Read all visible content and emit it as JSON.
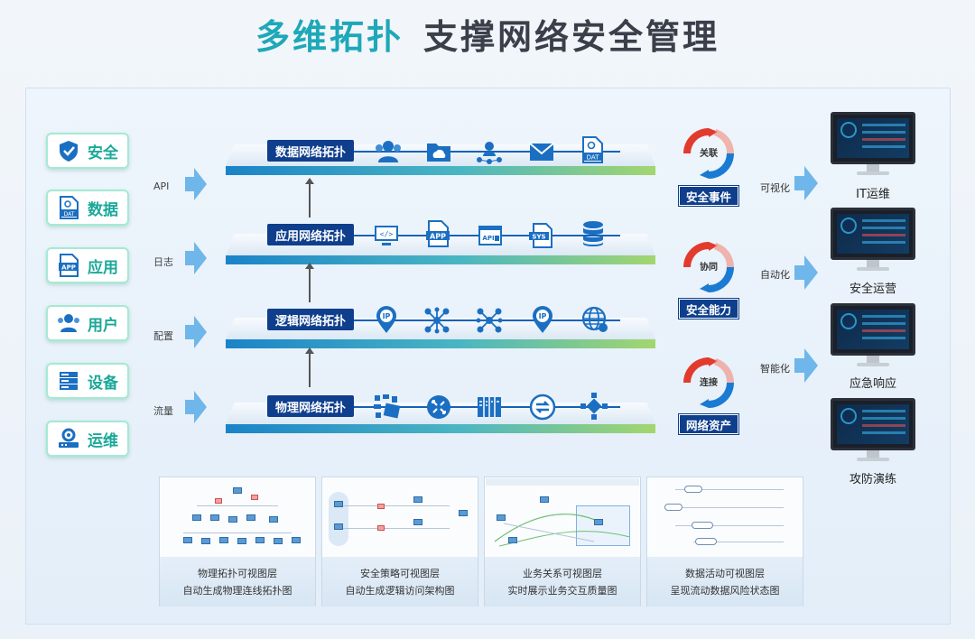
{
  "title": {
    "part1": "多维拓扑",
    "part2": "支撑网络安全管理"
  },
  "sources": [
    {
      "label": "安全",
      "icon": "shield-icon"
    },
    {
      "label": "数据",
      "icon": "data-file-icon"
    },
    {
      "label": "应用",
      "icon": "app-icon"
    },
    {
      "label": "用户",
      "icon": "users-icon"
    },
    {
      "label": "设备",
      "icon": "server-icon"
    },
    {
      "label": "运维",
      "icon": "ops-settings-icon"
    }
  ],
  "inputs": [
    "API",
    "日志",
    "配置",
    "流量"
  ],
  "layers": [
    {
      "name": "数据网络拓扑",
      "icons": [
        "users-icon",
        "cloud-folder-icon",
        "user-network-icon",
        "mail-icon",
        "data-file-icon"
      ]
    },
    {
      "name": "应用网络拓扑",
      "icons": [
        "code-monitor-icon",
        "app-icon",
        "api-window-icon",
        "sys-icon",
        "database-icon"
      ]
    },
    {
      "name": "逻辑网络拓扑",
      "icons": [
        "ip-pin-icon",
        "mesh-icon",
        "mesh-icon",
        "ip-pin-icon",
        "globe-icon"
      ]
    },
    {
      "name": "物理网络拓扑",
      "icons": [
        "devices-icon",
        "router-icon",
        "switch-icon",
        "transfer-icon",
        "network-hub-icon"
      ]
    }
  ],
  "cycles": [
    {
      "center": "关联",
      "tag": "安全事件"
    },
    {
      "center": "协同",
      "tag": "安全能力"
    },
    {
      "center": "连接",
      "tag": "网络资产"
    }
  ],
  "outputs": [
    "可视化",
    "自动化",
    "智能化"
  ],
  "monitors": [
    "IT运维",
    "安全运营",
    "应急响应",
    "攻防演练"
  ],
  "cards": [
    {
      "line1": "物理拓扑可视图层",
      "line2": "自动生成物理连线拓扑图"
    },
    {
      "line1": "安全策略可视图层",
      "line2": "自动生成逻辑访问架构图"
    },
    {
      "line1": "业务关系可视图层",
      "line2": "实时展示业务交互质量图"
    },
    {
      "line1": "数据活动可视图层",
      "line2": "呈现流动数据风险状态图"
    }
  ],
  "colors": {
    "accent_teal": "#1ea8b8",
    "navy": "#0f3f8c",
    "arrow_red": "#e23b2e",
    "arrow_blue": "#1b7bd3",
    "source_border": "#a4ead2"
  }
}
